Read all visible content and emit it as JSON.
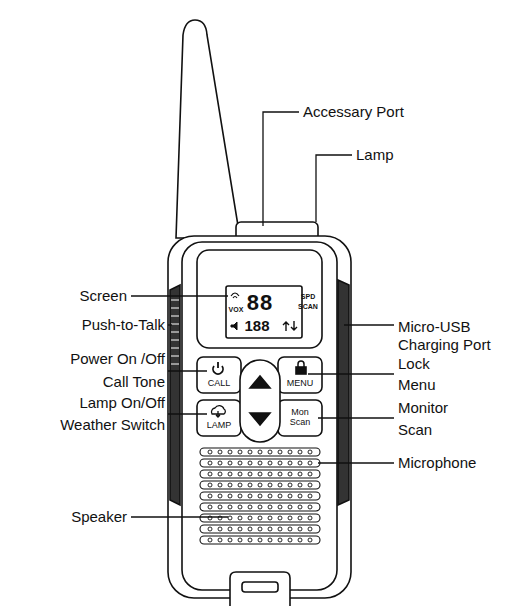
{
  "diagram": {
    "labels": [
      "Accessary Port",
      "Lamp",
      "Screen",
      "Push-to-Talk",
      "Power On /Off",
      "Call Tone",
      "Lamp On/Off",
      "Weather Switch",
      "Micro-USB Charging Port",
      "Lock",
      "Menu",
      "Monitor",
      "Scan",
      "Microphone",
      "Speaker",
      "CALL",
      "MENU",
      "LAMP",
      "Mon Scan",
      "88",
      "VOX",
      "SPD",
      "SCAN",
      "188"
    ]
  }
}
